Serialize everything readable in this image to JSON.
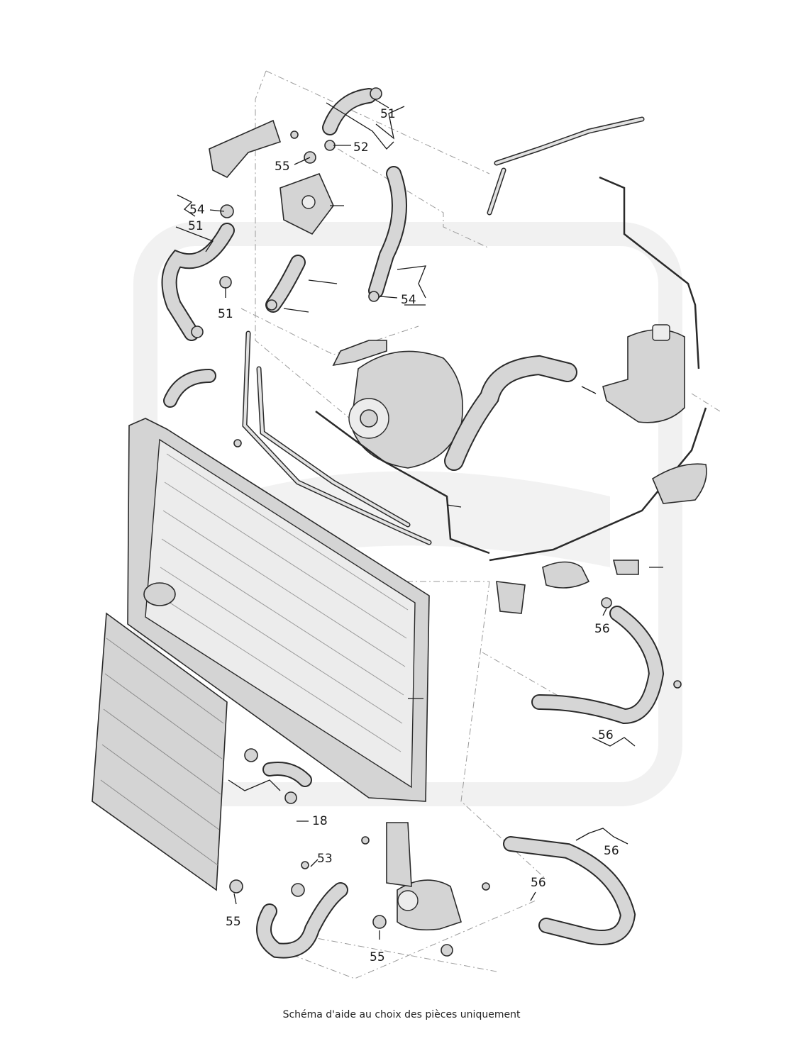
{
  "caption": "Schéma d'aide au choix des pièces uniquement",
  "callouts": [
    {
      "id": "c-51-top",
      "text": "51"
    },
    {
      "id": "c-52",
      "text": "52"
    },
    {
      "id": "c-55-top",
      "text": "55"
    },
    {
      "id": "c-54-left",
      "text": "54"
    },
    {
      "id": "c-51-left",
      "text": "51"
    },
    {
      "id": "c-51-mid",
      "text": "51"
    },
    {
      "id": "c-54-right",
      "text": "54"
    },
    {
      "id": "c-56-mid",
      "text": "56"
    },
    {
      "id": "c-56-right",
      "text": "56"
    },
    {
      "id": "c-18",
      "text": "18"
    },
    {
      "id": "c-53",
      "text": "53"
    },
    {
      "id": "c-55-bl",
      "text": "55"
    },
    {
      "id": "c-55-bm",
      "text": "55"
    },
    {
      "id": "c-56-br-top",
      "text": "56"
    },
    {
      "id": "c-56-br",
      "text": "56"
    }
  ],
  "colors": {
    "line": "#2a2a2a",
    "part_fill": "#d4d4d4",
    "dash": "#9a9a9a",
    "watermark": "#ececec"
  }
}
